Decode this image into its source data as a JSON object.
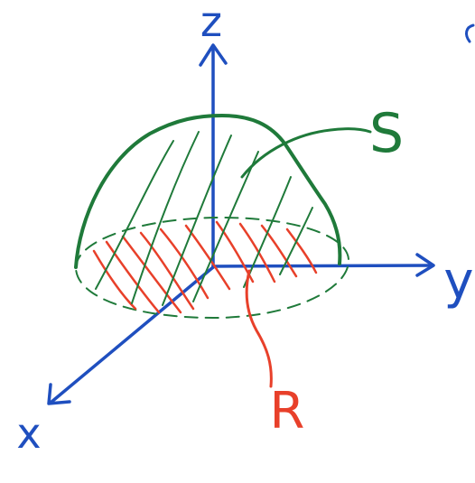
{
  "labels": {
    "z_axis": "z",
    "y_axis": "y",
    "x_axis": "x",
    "surface": "S",
    "region": "R"
  },
  "colors": {
    "axis": "#1f4fbf",
    "surface": "#1f7a3a",
    "region": "#e8402a",
    "background": "#ffffff"
  }
}
